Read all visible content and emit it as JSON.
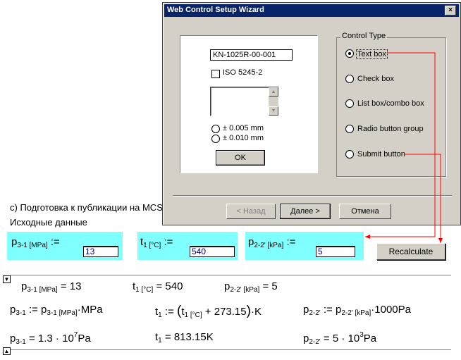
{
  "dialog": {
    "title": "Web Control Setup Wizard",
    "close_glyph": "×",
    "text_value": "KN-1025R-00-001",
    "checkbox_label": "ISO 5245-2",
    "radio1_label": "± 0.005 mm",
    "radio2_label": "± 0.010 mm",
    "ok_label": "OK",
    "control_type_label": "Control Type",
    "options": [
      "Text box",
      "Check box",
      "List box/combo box",
      "Radio button group",
      "Submit button"
    ],
    "back_label": "< Назад",
    "next_label": "Далее >",
    "cancel_label": "Отмена"
  },
  "doc": {
    "section_title": "c) Подготовка к публикации на MCS",
    "source_data": "Исходные данные",
    "input_p31_value": "13",
    "input_t1_value": "540",
    "input_p22_value": "5",
    "recalculate_label": "Recalculate",
    "p31_unit": "[MPa]",
    "t1_unit": "[°C]",
    "p22_unit": "[kPa]",
    "p31_result": "13",
    "t1_result": "540",
    "p22_result": "5",
    "p31_factor": "MPa",
    "t1_add": "273.15",
    "t1_factor": "K",
    "p22_factor": "1000Pa",
    "p31_final_mantissa": "1.3",
    "p31_final_exp": "7",
    "p31_final_unit": "Pa",
    "t1_final": "813.15K",
    "p22_final_mantissa": "5",
    "p22_final_exp": "3",
    "p22_final_unit": "Pa"
  },
  "colors": {
    "titlebar": "#0a246a",
    "input_region": "#80ffff",
    "connector": "#ff0000",
    "dialog_bg": "#d4d0c8"
  }
}
